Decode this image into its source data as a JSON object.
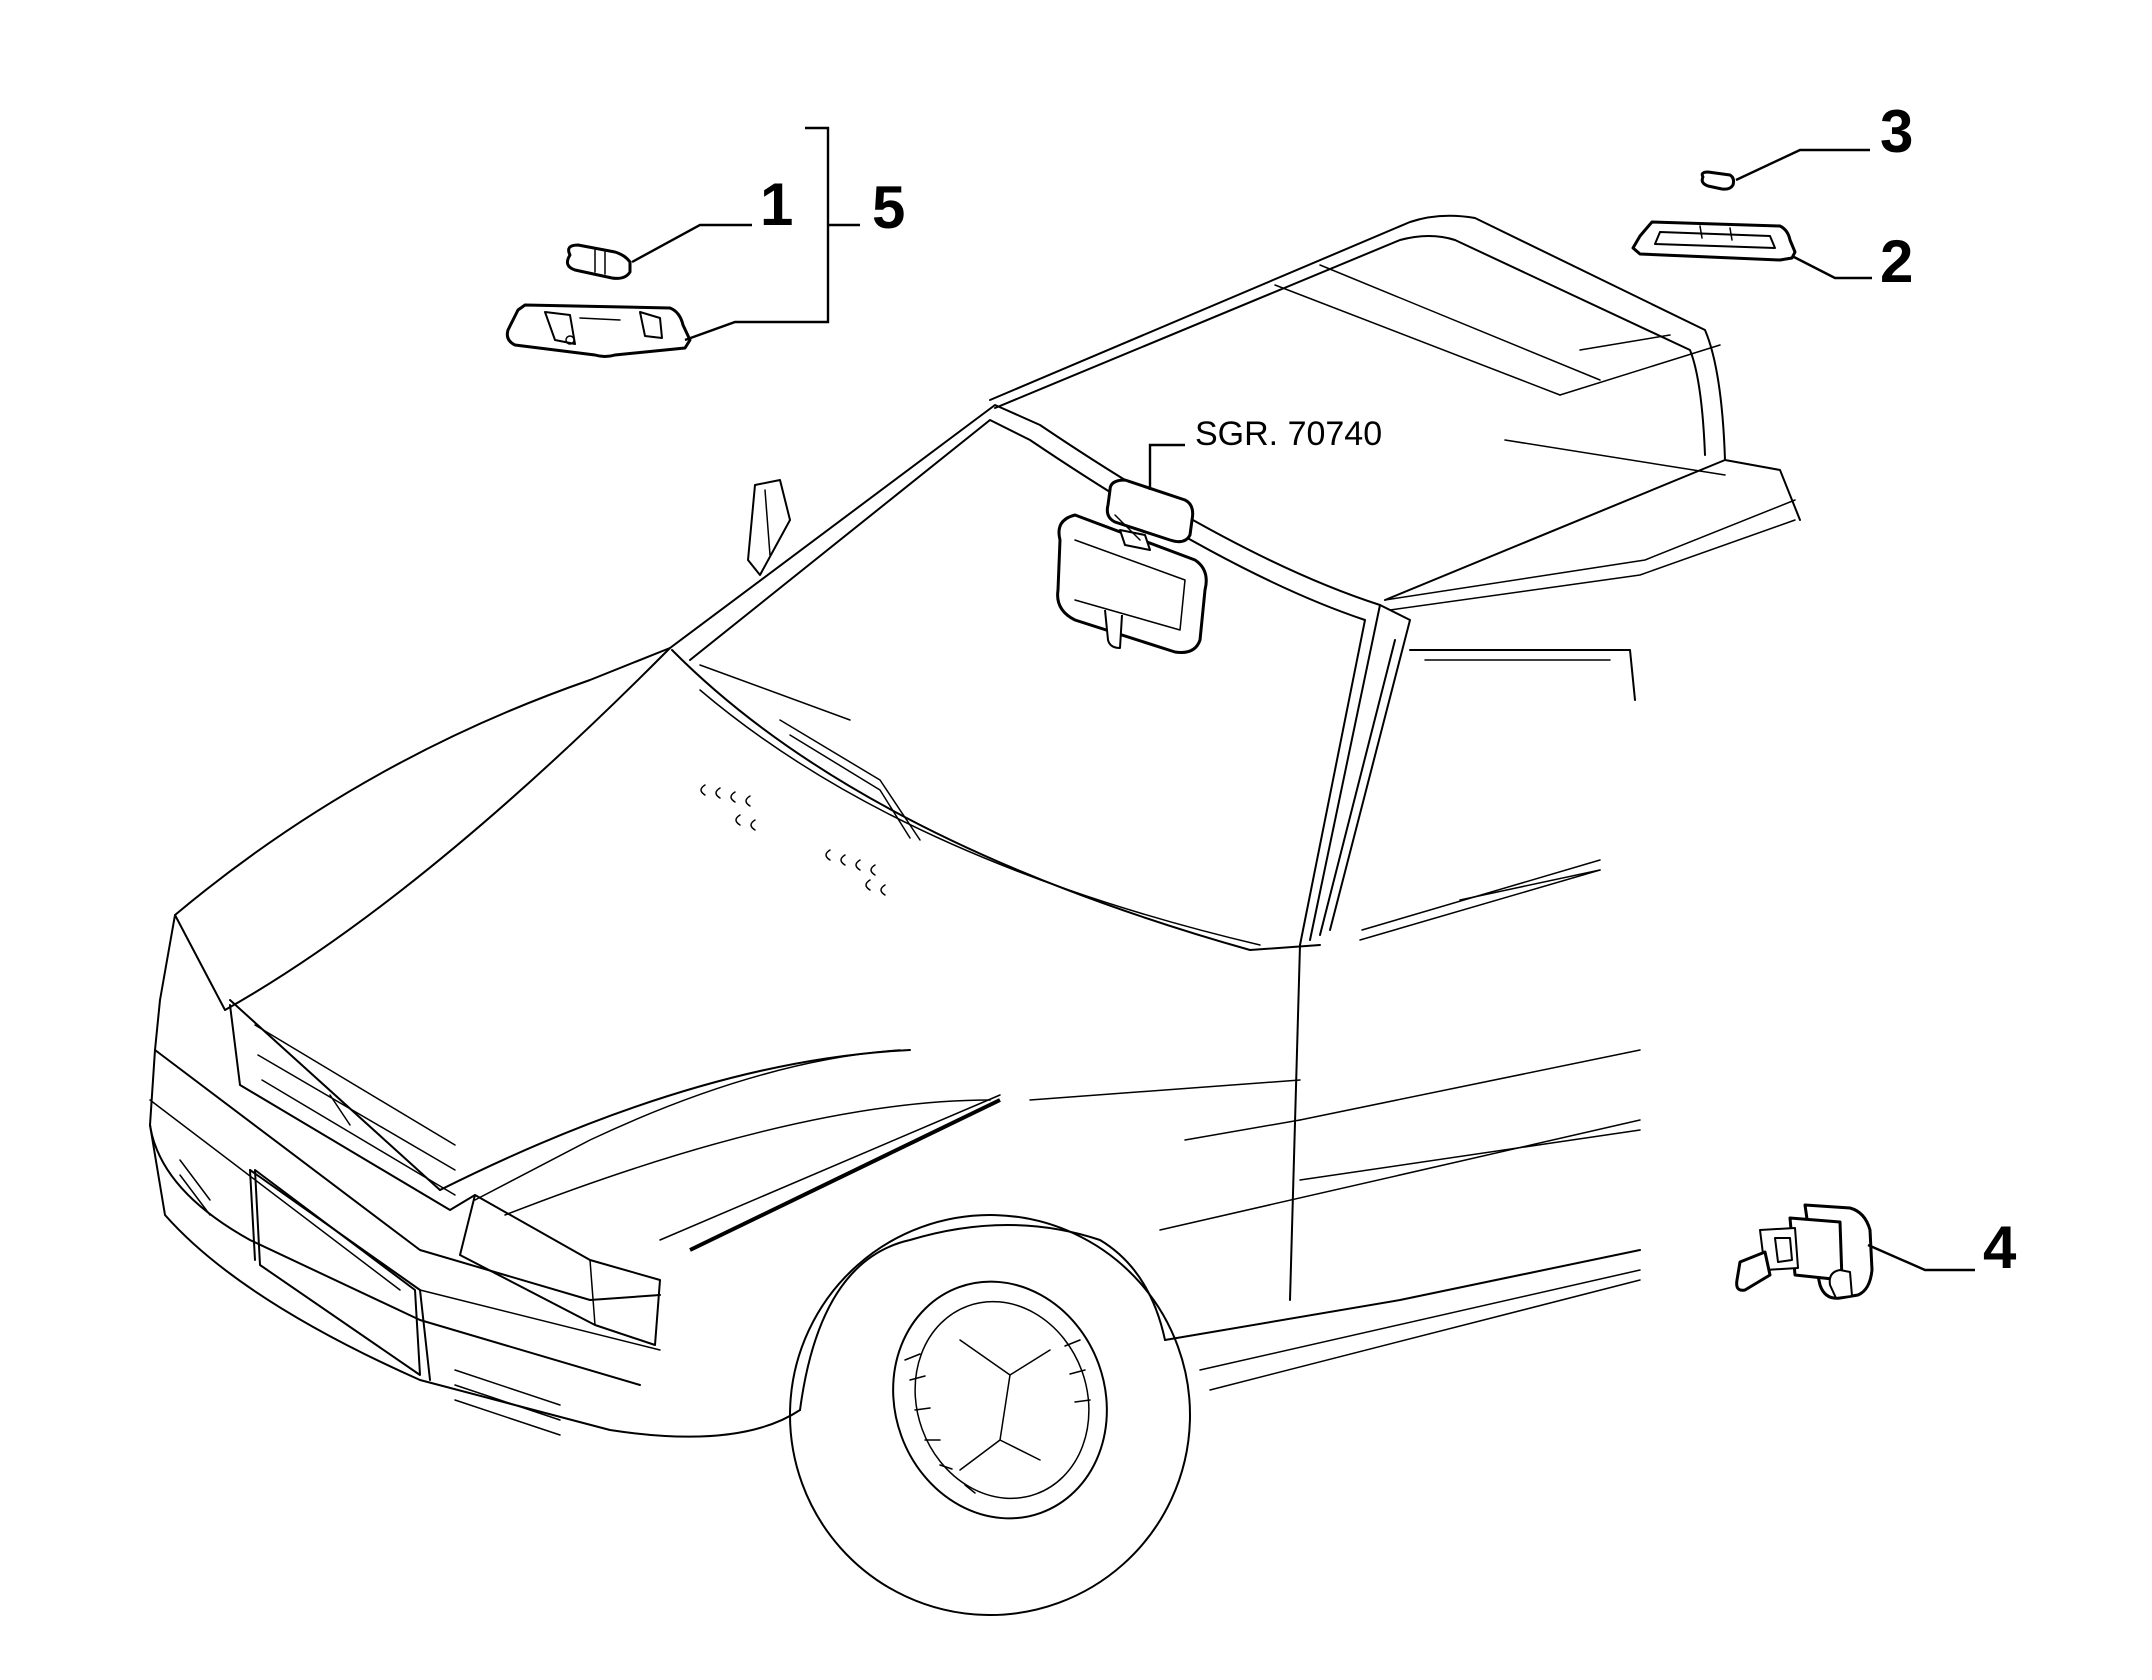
{
  "callouts": {
    "c1": "1",
    "c2": "2",
    "c3": "3",
    "c4": "4",
    "c5": "5"
  },
  "reference": "SGR. 70740"
}
